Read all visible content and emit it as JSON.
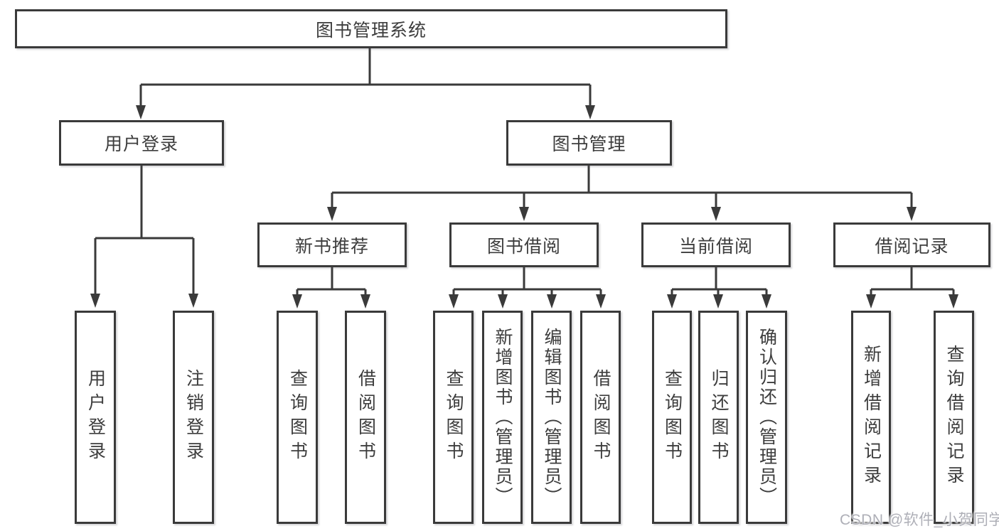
{
  "diagram": {
    "root": {
      "label": "图书管理系统",
      "children": [
        {
          "label": "用户登录",
          "children": [
            {
              "label": "用户登录"
            },
            {
              "label": "注销登录"
            }
          ]
        },
        {
          "label": "图书管理",
          "children": [
            {
              "label": "新书推荐",
              "children": [
                {
                  "label": "查询图书"
                },
                {
                  "label": "借阅图书"
                }
              ]
            },
            {
              "label": "图书借阅",
              "children": [
                {
                  "label": "查询图书"
                },
                {
                  "label": "新增图书（管理员）"
                },
                {
                  "label": "编辑图书（管理员）"
                },
                {
                  "label": "借阅图书"
                }
              ]
            },
            {
              "label": "当前借阅",
              "children": [
                {
                  "label": "查询图书"
                },
                {
                  "label": "归还图书"
                },
                {
                  "label": "确认归还（管理员）"
                }
              ]
            },
            {
              "label": "借阅记录",
              "children": [
                {
                  "label": "新增借阅记录"
                },
                {
                  "label": "查询借阅记录"
                }
              ]
            }
          ]
        }
      ]
    }
  },
  "watermark": {
    "text": "CSDN @软件_小贺同学"
  },
  "colors": {
    "line": "#3a3a3a",
    "border": "#3a3a3a",
    "text": "#3d3d3d",
    "background": "#ffffff",
    "watermark": "#aeafb7"
  }
}
